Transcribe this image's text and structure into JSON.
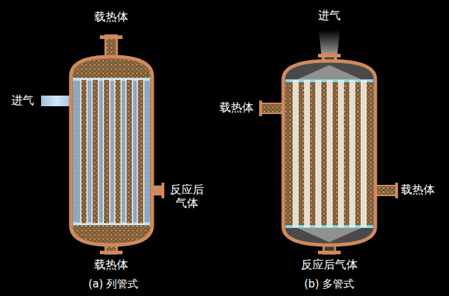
{
  "diagram": {
    "labels": [
      "载热体",
      "进气",
      "反应后气体",
      "载热体",
      "(a) 列管式",
      "进气",
      "载热体",
      "载热体",
      "反应后气体",
      "(b) 多管式"
    ]
  }
}
